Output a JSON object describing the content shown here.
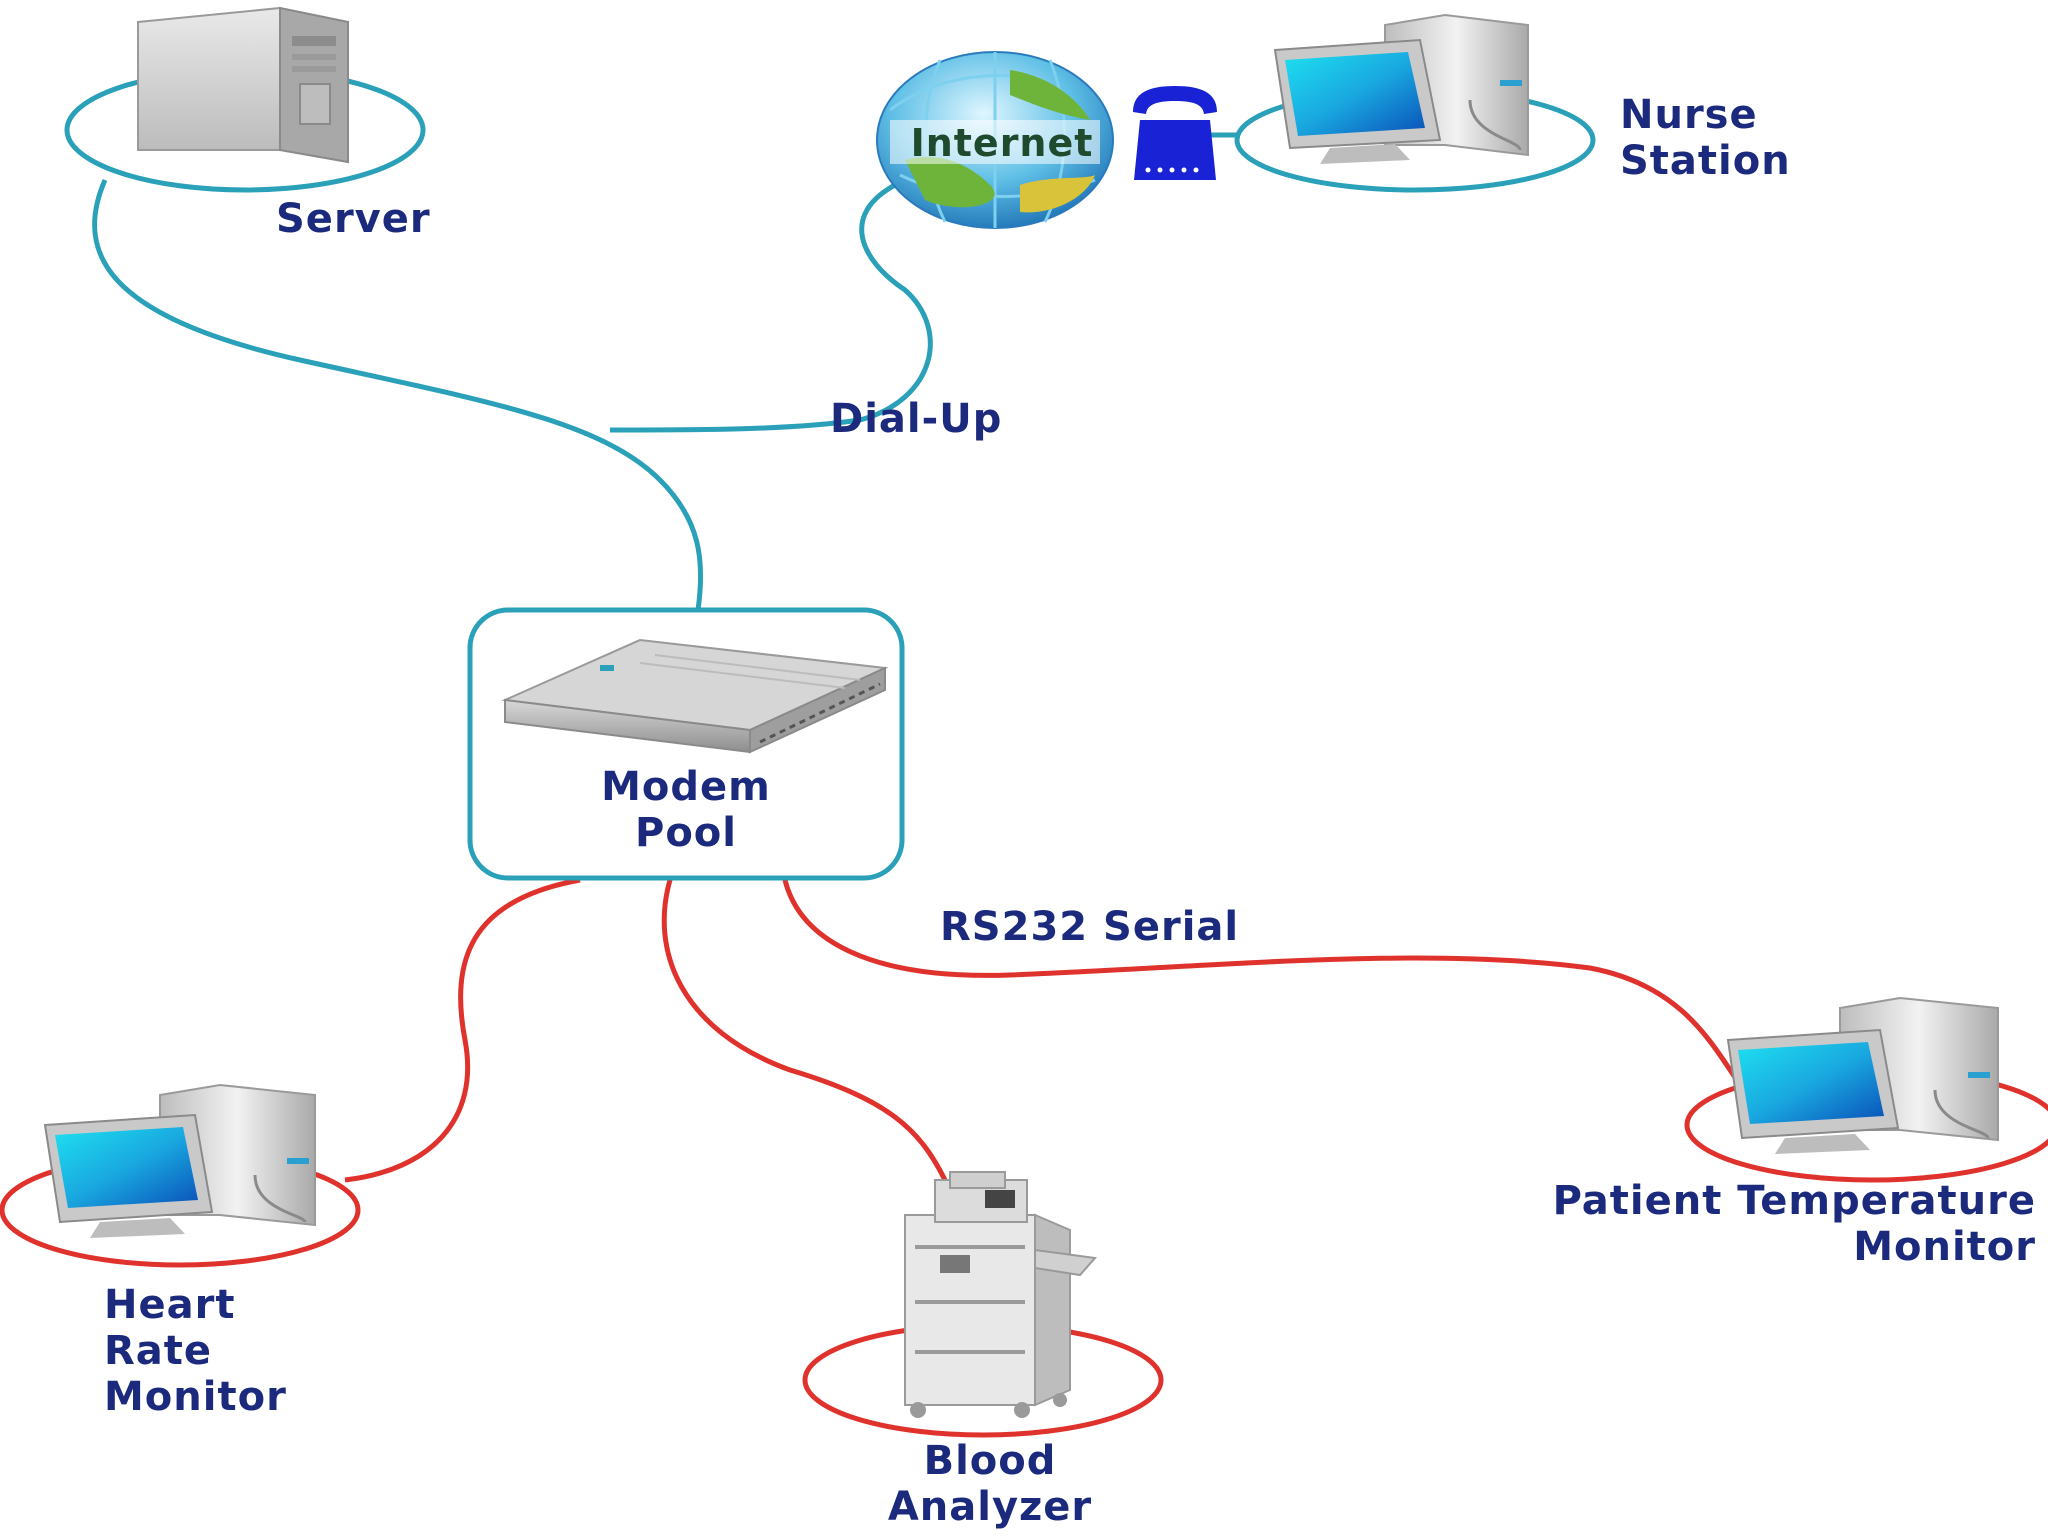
{
  "nodes": {
    "server": {
      "label": "Server"
    },
    "internet": {
      "label": "Internet"
    },
    "nurse_station": {
      "line1": "Nurse",
      "line2": "Station"
    },
    "modem_pool": {
      "line1": "Modem",
      "line2": "Pool"
    },
    "heart_rate_monitor": {
      "line1": "Heart",
      "line2": "Rate",
      "line3": "Monitor"
    },
    "blood_analyzer": {
      "line1": "Blood",
      "line2": "Analyzer"
    },
    "patient_temperature_monitor": {
      "line1": "Patient Temperature",
      "line2": "Monitor"
    }
  },
  "links": {
    "dialup": {
      "label": "Dial-Up",
      "color": "#2aa0b9"
    },
    "serial": {
      "label": "RS232 Serial",
      "color": "#e0322c"
    }
  },
  "colors": {
    "label_text": "#1b2a7c",
    "modem_icon": "#1a22d6"
  },
  "icons": [
    "server-icon",
    "globe-icon",
    "telephone-modem-icon",
    "desktop-computer-icon",
    "modem-rack-icon",
    "lab-analyzer-icon"
  ]
}
